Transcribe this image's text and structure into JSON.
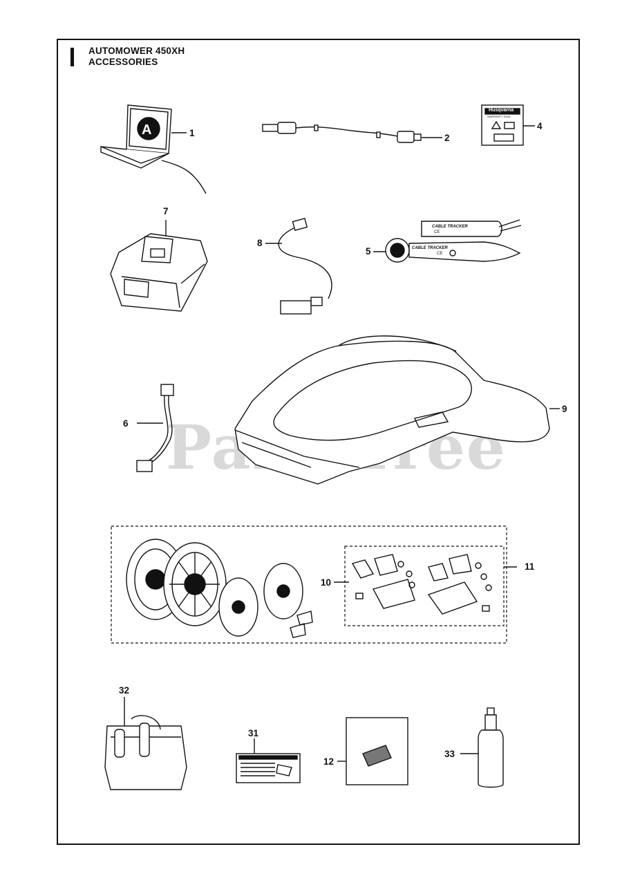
{
  "header": {
    "line1": "AUTOMOWER 450XH",
    "line2": "ACCESSORIES"
  },
  "watermark": "PartsTree",
  "callouts": [
    {
      "id": "1",
      "text": "1"
    },
    {
      "id": "2",
      "text": "2"
    },
    {
      "id": "4",
      "text": "4"
    },
    {
      "id": "7",
      "text": "7"
    },
    {
      "id": "8",
      "text": "8"
    },
    {
      "id": "5",
      "text": "5"
    },
    {
      "id": "9",
      "text": "9"
    },
    {
      "id": "6",
      "text": "6"
    },
    {
      "id": "10",
      "text": "10"
    },
    {
      "id": "11",
      "text": "11"
    },
    {
      "id": "32",
      "text": "32"
    },
    {
      "id": "31",
      "text": "31"
    },
    {
      "id": "12",
      "text": "12"
    },
    {
      "id": "33",
      "text": "33"
    }
  ],
  "labels": {
    "manual_brand": "Husqvarna",
    "manual_sub": "WARRANTY DUAL",
    "tracker_label": "CABLE TRACKER",
    "ce_mark": "CE"
  }
}
